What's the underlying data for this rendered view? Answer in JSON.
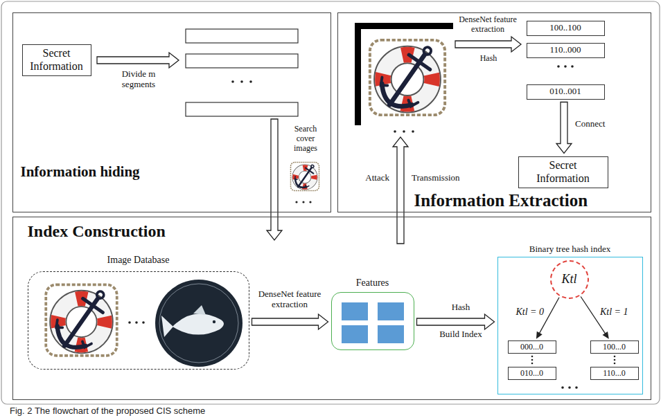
{
  "diagram": {
    "caption": "Fig. 2 The flowchart of the proposed CIS scheme",
    "nodes": [
      {
        "text": [
          "Information hiding"
        ]
      },
      {
        "text": [
          "Secret Information"
        ],
        "in": 0
      },
      {
        "text": [
          "Information Extraction"
        ]
      },
      {
        "text": [
          "100..100"
        ],
        "in": 2
      },
      {
        "text": [
          "110..000"
        ],
        "in": 2
      },
      {
        "text": [
          "010..001"
        ],
        "in": 2
      },
      {
        "text": [
          "Secret Information"
        ],
        "in": 2
      },
      {
        "text": [
          "Index Construction"
        ]
      },
      {
        "text": [
          "Image Database"
        ],
        "in": 7
      },
      {
        "text": [
          "Features"
        ],
        "in": 7
      },
      {
        "text": [
          "Binary tree hash index"
        ],
        "in": 7
      },
      {
        "text": [
          "Ktl"
        ],
        "in": 10
      },
      {
        "text": [
          "000...0"
        ],
        "in": 10
      },
      {
        "text": [
          "010...0"
        ],
        "in": 10
      },
      {
        "text": [
          "100...0"
        ],
        "in": 10
      },
      {
        "text": [
          "110...0"
        ],
        "in": 10
      }
    ],
    "edges": [
      {
        "from": 8,
        "to": 9,
        "label": "DenseNet feature extraction",
        "arrow": "to"
      },
      {
        "from": 9,
        "to": 10,
        "label": "Hash",
        "arrow": "to"
      },
      {
        "from": 11,
        "to": 12,
        "label": "Ktl = 0",
        "arrow": "to"
      },
      {
        "from": 11,
        "to": 14,
        "label": "Ktl = 1",
        "arrow": "to"
      },
      {
        "from": 5,
        "to": 6,
        "label": "Connect",
        "arrow": "to"
      }
    ],
    "labels": [
      "Divide m segments",
      "Search cover images",
      "DenseNet feature extraction",
      "Hash",
      "Attack",
      "Transmission",
      "Build Index"
    ]
  }
}
